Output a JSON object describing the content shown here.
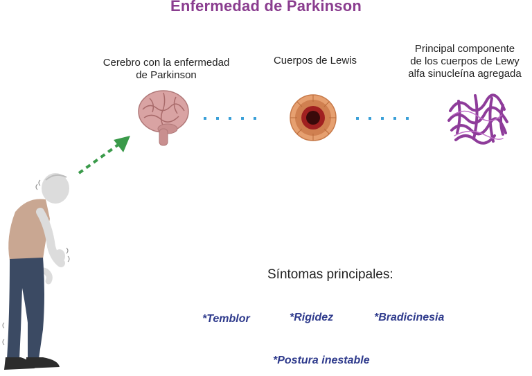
{
  "title": "Enfermedad de Parkinson",
  "labels": {
    "brain": "Cerebro con la enfermedad\nde Parkinson",
    "lewy_bodies": "Cuerpos de Lewis",
    "protein": "Principal componente\nde los cuerpos de Lewy\nalfa sinucleína agregada"
  },
  "symptoms": {
    "heading": "Síntomas principales:",
    "items": [
      "*Temblor",
      "*Rigidez",
      "*Bradicinesia",
      "*Postura inestable"
    ]
  },
  "colors": {
    "title": "#8a3d8f",
    "symptom_text": "#2e3a8c",
    "connector_dots": "#3aa0d8",
    "arrow": "#3a9a4a",
    "protein": "#8e3c9a",
    "brain": "#d9a3a3",
    "lewy_body_core": "#a02020"
  },
  "icons": [
    "person-icon",
    "brain-icon",
    "lewy-body-icon",
    "protein-aggregate-icon"
  ]
}
